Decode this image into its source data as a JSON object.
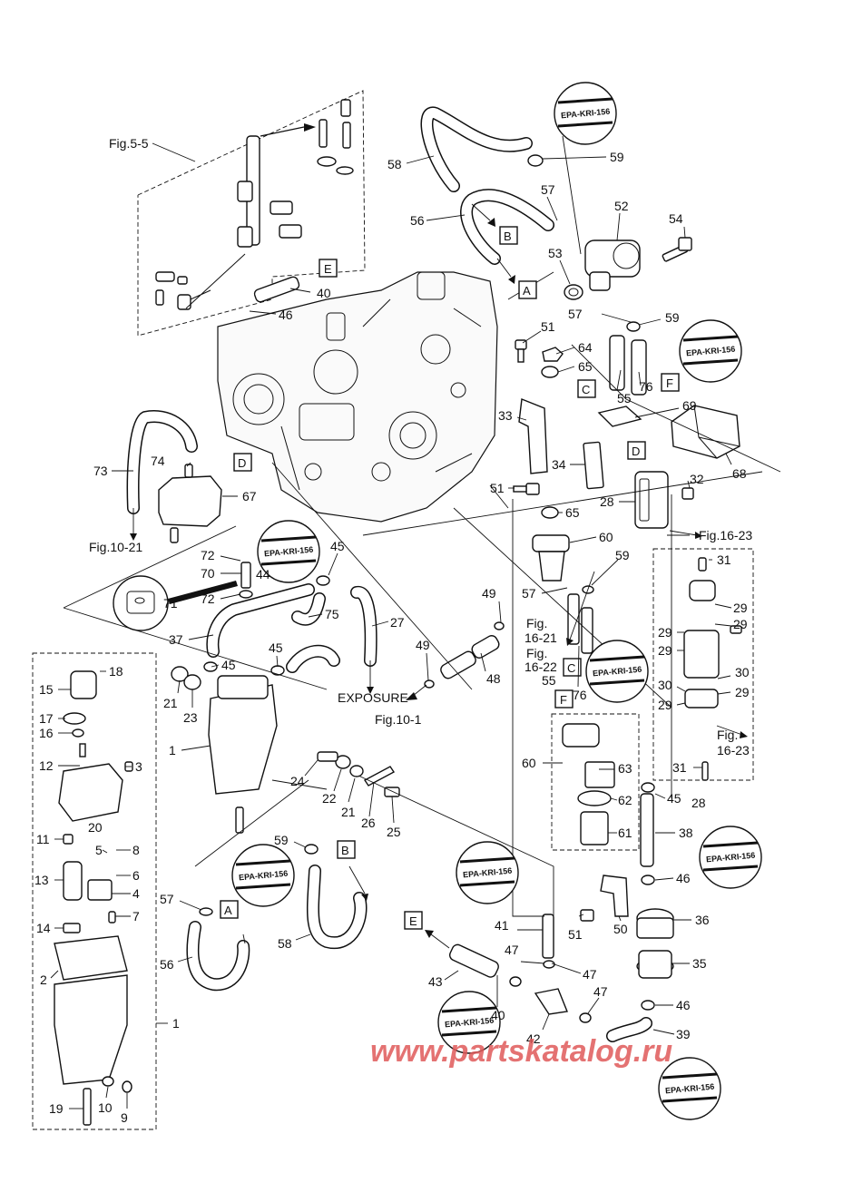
{
  "stamp_text": "EPA-KRI-156",
  "watermark": "www.partskatalog.ru",
  "refs": {
    "fig_5_5": "Fig.5-5",
    "fig_10_21": "Fig.10-21",
    "fig_10_1": "Fig.10-1",
    "fig_16_23_a": "Fig.16-23",
    "fig_16_21": "Fig.",
    "fig_16_21b": "16-21",
    "fig_16_22": "Fig.",
    "fig_16_22b": "16-22",
    "fig_16_23_b": "Fig.",
    "fig_16_23_c": "16-23",
    "exposure": "EXPOSURE"
  },
  "box_letters": [
    "A",
    "B",
    "C",
    "D",
    "E",
    "F"
  ],
  "part_labels": {
    "n1": "1",
    "n2": "2",
    "n3": "3",
    "n4": "4",
    "n5": "5",
    "n6": "6",
    "n7": "7",
    "n8": "8",
    "n9": "9",
    "n10": "10",
    "n11": "11",
    "n12": "12",
    "n13": "13",
    "n14": "14",
    "n15": "15",
    "n16": "16",
    "n17": "17",
    "n18": "18",
    "n19": "19",
    "n20": "20",
    "n21": "21",
    "n22": "22",
    "n23": "23",
    "n24": "24",
    "n25": "25",
    "n26": "26",
    "n27": "27",
    "n28": "28",
    "n29": "29",
    "n30": "30",
    "n31": "31",
    "n32": "32",
    "n33": "33",
    "n34": "34",
    "n35": "35",
    "n36": "36",
    "n37": "37",
    "n38": "38",
    "n39": "39",
    "n40": "40",
    "n41": "41",
    "n42": "42",
    "n43": "43",
    "n44": "44",
    "n45": "45",
    "n46": "46",
    "n47": "47",
    "n48": "48",
    "n49": "49",
    "n50": "50",
    "n51": "51",
    "n52": "52",
    "n53": "53",
    "n54": "54",
    "n55": "55",
    "n56": "56",
    "n57": "57",
    "n58": "58",
    "n59": "59",
    "n60": "60",
    "n61": "61",
    "n62": "62",
    "n63": "63",
    "n64": "64",
    "n65": "65",
    "n67": "67",
    "n68": "68",
    "n69": "69",
    "n70": "70",
    "n71": "71",
    "n72": "72",
    "n73": "73",
    "n74": "74",
    "n75": "75",
    "n76": "76"
  }
}
